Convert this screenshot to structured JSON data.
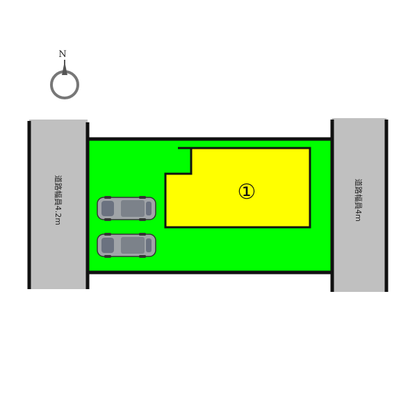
{
  "north_arrow": {
    "label": "N",
    "icon": "north-arrow-icon"
  },
  "roads": {
    "left": {
      "label": "道路幅員4.2m"
    },
    "right": {
      "label": "道路幅員4m"
    }
  },
  "lot": {
    "number": "①"
  },
  "parking": {
    "count": 2,
    "icon": "car-icon"
  },
  "colors": {
    "site": "#00ff00",
    "building": "#ffff00",
    "road": "#c0c0c0",
    "outline": "#111111"
  }
}
